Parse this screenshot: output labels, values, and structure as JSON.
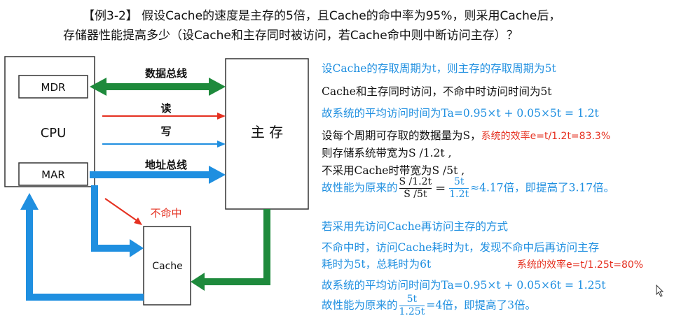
{
  "title": {
    "line1": "【例3-2】 假设Cache的速度是主存的5倍，且Cache的命中率为95%，则采用Cache后，",
    "line2": "存储器性能提高多少（设Cache和主存同时被访问，若Cache命中则中断访问主存）？"
  },
  "diagram": {
    "cpu": "CPU",
    "mdr": "MDR",
    "mar": "MAR",
    "memory": "主 存",
    "cache": "Cache",
    "data_bus": "数据总线",
    "read": "读",
    "write": "写",
    "addr_bus": "地址总线",
    "miss": "不命中"
  },
  "colors": {
    "blue": "#1f8fe0",
    "green": "#1e8a3c",
    "red": "#e53020"
  },
  "solution": {
    "l1": "设Cache的存取周期为t，则主存的存取周期为5t",
    "l2": "Cache和主存同时访问，不命中时访问时间为5t",
    "l3": "故系统的平均访问时间为Ta=0.95×t + 0.05×5t = 1.2t",
    "l4a": "设每个周期可存取的数据量为S，",
    "l4b": "系统的效率e=t/1.2t=83.3%",
    "l5": "则存储系统带宽为S /1.2t ,",
    "l6": "不采用Cache时带宽为S /5t ,",
    "l7_pre": "故性能为原来的",
    "l7_num1": "S /1.2t",
    "l7_den1": "S /5t",
    "l7_eq": "=",
    "l7_num2": "5t",
    "l7_den2": "1.2t",
    "l7_post": "≈4.17倍，即提高了3.17倍。",
    "l8": "若采用先访问Cache再访问主存的方式",
    "l9": "不命中时，访问Cache耗时为t，发现不命中后再访问主存",
    "l10a": "耗时为5t，总耗时为6t",
    "l10b": "系统的效率e=t/1.25t=80%",
    "l11": "故系统的平均访问时间为Ta=0.95×t + 0.05×6t = 1.25t",
    "l12_pre": "故性能为原来的",
    "l12_num": "5t",
    "l12_den": "1.25t",
    "l12_post": "=4倍，即提高了3倍。"
  }
}
